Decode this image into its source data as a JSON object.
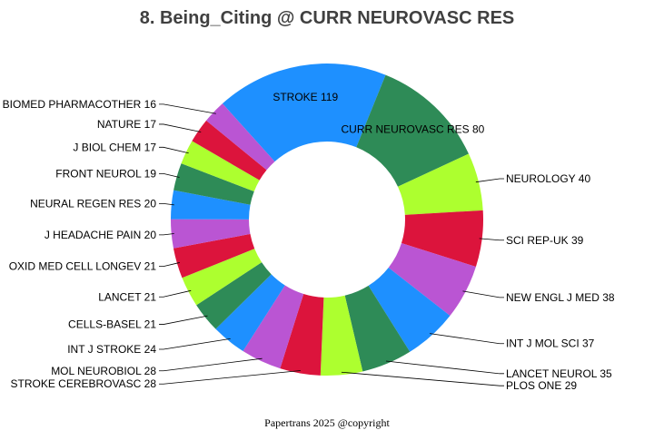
{
  "chart_data": {
    "type": "pie",
    "donut": true,
    "title": "8. Being_Citing @ CURR NEUROVASC RES",
    "footer": "Papertrans 2025 @copyright",
    "palette": [
      "#1e90ff",
      "#2e8b57",
      "#adff2f",
      "#dc143c",
      "#ba55d3"
    ],
    "slices": [
      {
        "label": "STROKE",
        "value": 119
      },
      {
        "label": "CURR NEUROVASC RES",
        "value": 80
      },
      {
        "label": "NEUROLOGY",
        "value": 40
      },
      {
        "label": "SCI REP-UK",
        "value": 39
      },
      {
        "label": "NEW ENGL J MED",
        "value": 38
      },
      {
        "label": "INT J MOL SCI",
        "value": 37
      },
      {
        "label": "LANCET NEUROL",
        "value": 35
      },
      {
        "label": "PLOS ONE",
        "value": 29
      },
      {
        "label": "STROKE CEREBROVASC",
        "value": 28
      },
      {
        "label": "MOL NEUROBIOL",
        "value": 28
      },
      {
        "label": "INT J STROKE",
        "value": 24
      },
      {
        "label": "CELLS-BASEL",
        "value": 21
      },
      {
        "label": "LANCET",
        "value": 21
      },
      {
        "label": "OXID MED CELL LONGEV",
        "value": 21
      },
      {
        "label": "J HEADACHE PAIN",
        "value": 20
      },
      {
        "label": "NEURAL REGEN RES",
        "value": 20
      },
      {
        "label": "FRONT NEUROL",
        "value": 19
      },
      {
        "label": "J BIOL CHEM",
        "value": 17
      },
      {
        "label": "NATURE",
        "value": 17
      },
      {
        "label": "BIOMED PHARMACOTHER",
        "value": 16
      }
    ]
  }
}
